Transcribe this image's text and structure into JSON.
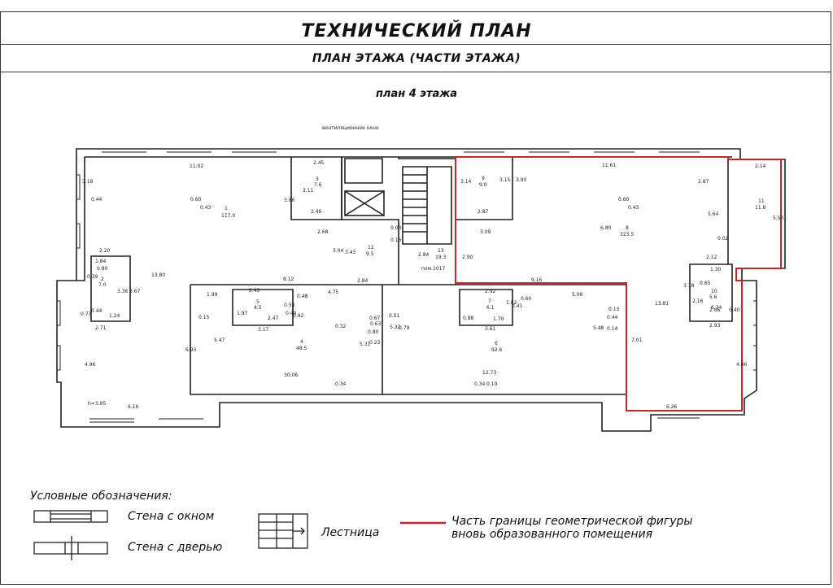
{
  "header": {
    "title": "ТЕХНИЧЕСКИЙ ПЛАН",
    "subtitle": "ПЛАН ЭТАЖА (ЧАСТИ ЭТАЖА)",
    "plan_caption": "план 4 этажа"
  },
  "floorplan": {
    "vent_label": "вентиляционное окно",
    "room_labels": [
      "1",
      "117.0",
      "2",
      "7.0",
      "3",
      "7.6",
      "4",
      "48.5",
      "5",
      "4.5",
      "6",
      "92.6",
      "7",
      "6.1",
      "8",
      "323.5",
      "9",
      "9.0",
      "10",
      "5.6",
      "11",
      "11.8",
      "12",
      "9.5",
      "13",
      "19.3"
    ],
    "dimensions": [
      "11.02",
      "3.18",
      "0.44",
      "0.60",
      "0.43",
      "2.45",
      "3.11",
      "2.46",
      "2.68",
      "3.86",
      "3.04",
      "3.43",
      "0.03",
      "0.16",
      "2.84",
      "2.84",
      "3.90",
      "3.15",
      "3.14",
      "2.87",
      "3.09",
      "11.61",
      "0.60",
      "0.43",
      "6.80",
      "5.64",
      "0.02",
      "2.87",
      "2.14",
      "5.50",
      "2.12",
      "1.30",
      "0.65",
      "3.18",
      "2.16",
      "2.66",
      "0.40",
      "2.93",
      "13.81",
      "7.01",
      "4.96",
      "6.26",
      "2.20",
      "1.84",
      "0.80",
      "0.39",
      "3.36",
      "3.67",
      "1.24",
      "0.73",
      "0.44",
      "2.71",
      "4.96",
      "6.16",
      "13.80",
      "8.12",
      "4.75",
      "1.99",
      "2.45",
      "1.97",
      "3.17",
      "0.92",
      "0.48",
      "0.58",
      "0.40",
      "2.47",
      "0.32",
      "0.67",
      "0.63",
      "0.51",
      "0.79",
      "0.80",
      "0.23",
      "5.47",
      "5.31",
      "6.93",
      "30.06",
      "0.34",
      "5.32",
      "12.73",
      "9.16",
      "5.06",
      "2.92",
      "0.60",
      "0.41",
      "1.82",
      "0.88",
      "1.70",
      "3.61",
      "0.14",
      "5.48",
      "0.44",
      "0.13",
      "0.34",
      "0.10",
      "0.15",
      "h=3.95",
      "2.90",
      "6.34"
    ],
    "level_mark": "пом.1017"
  },
  "legend": {
    "title": "Условные обозначения:",
    "items": [
      {
        "label": "Стена с окном"
      },
      {
        "label": "Стена с дверью"
      },
      {
        "label": "Лестница"
      },
      {
        "label": "Часть границы геометрической фигуры вновь образованного помещения"
      }
    ],
    "red_line_color": "#c0282d"
  }
}
